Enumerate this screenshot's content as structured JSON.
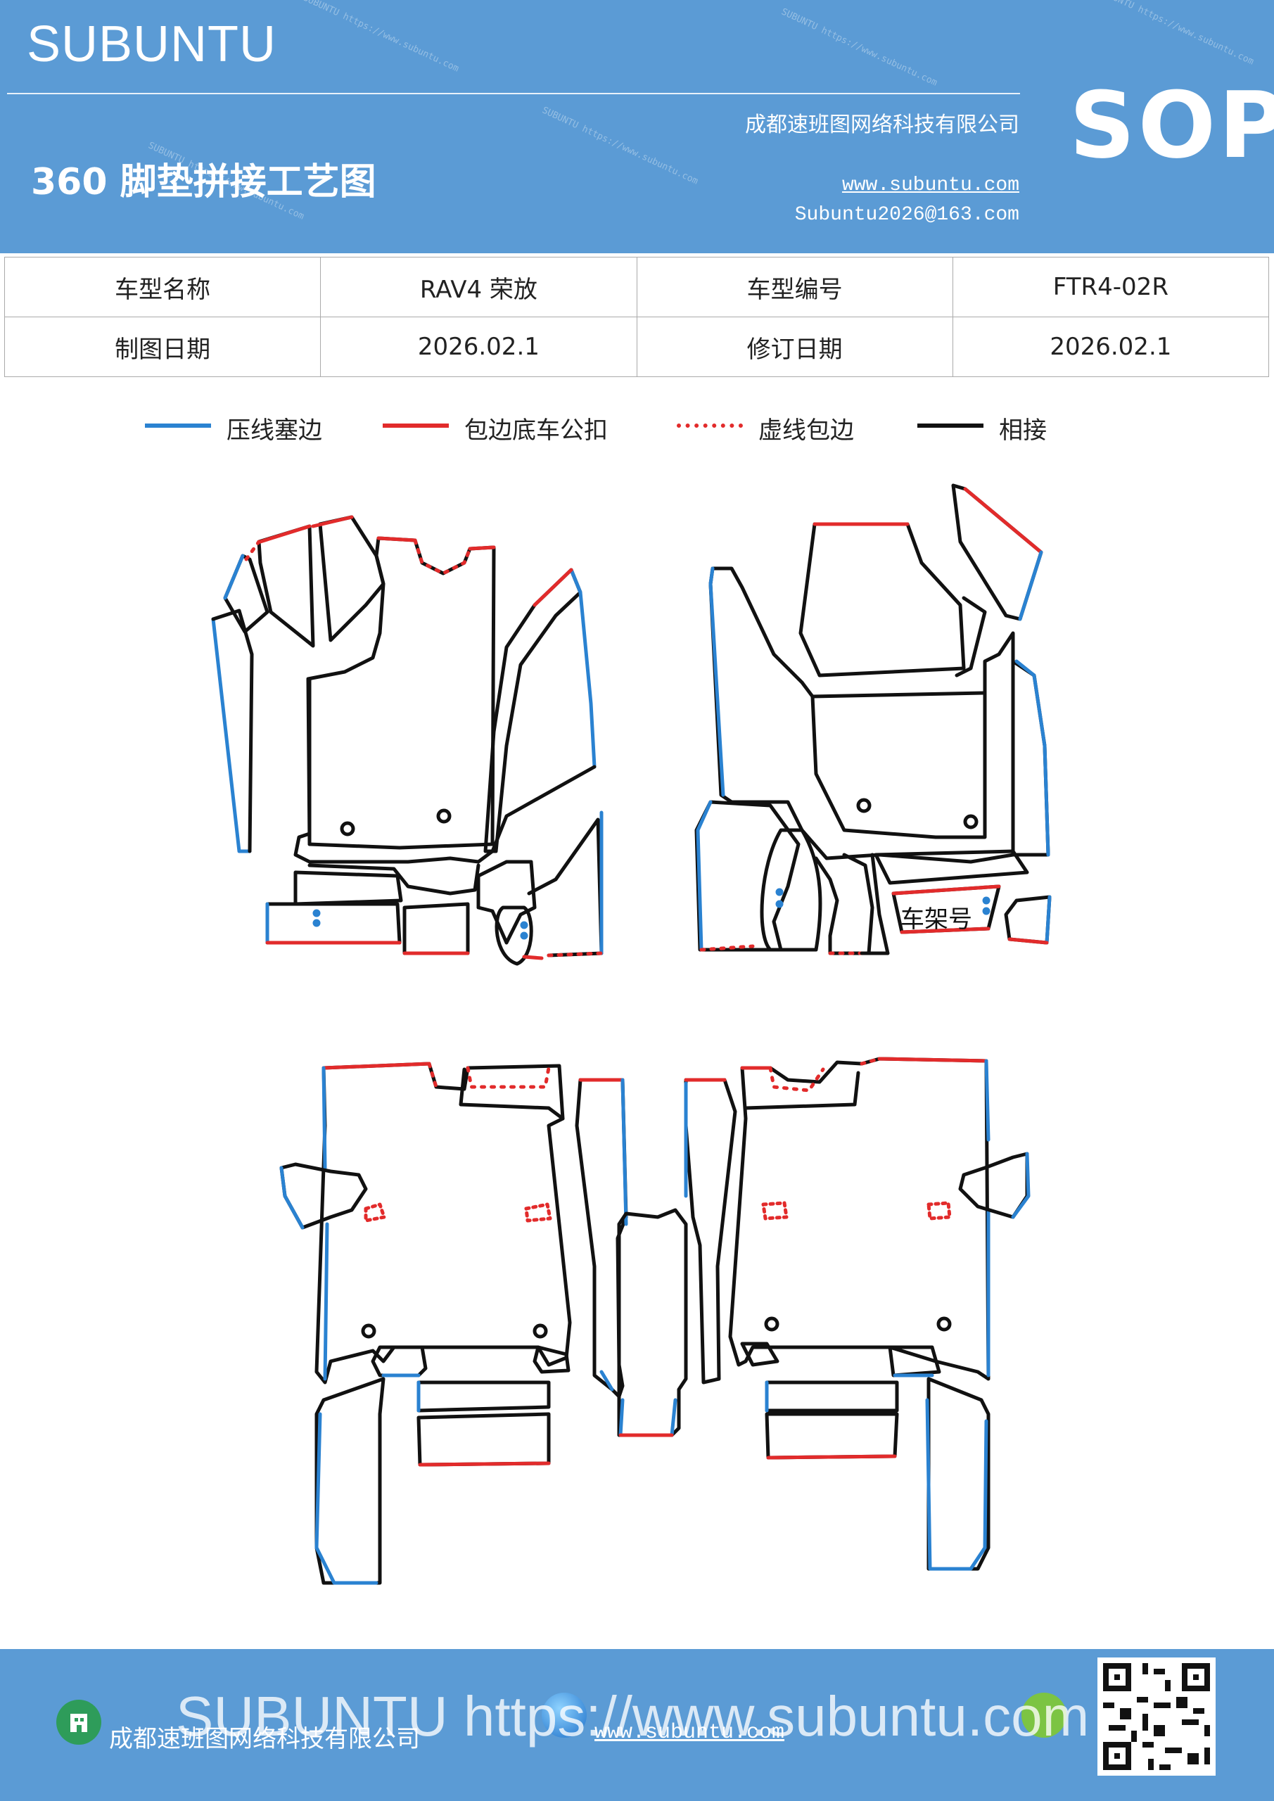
{
  "header": {
    "brand": "SUBUNTU",
    "company": "成都速班图网络科技有限公司",
    "title": "360 脚垫拼接工艺图",
    "website": "www.subuntu.com",
    "email": "Subuntu2026@163.com",
    "badge": "SOP",
    "watermark_text": "SUBUNTU https://www.subuntu.com"
  },
  "info_table": {
    "rows": [
      [
        "车型名称",
        "RAV4 荣放",
        "车型编号",
        "FTR4-02R"
      ],
      [
        "制图日期",
        "2026.02.1",
        "修订日期",
        "2026.02.1"
      ]
    ]
  },
  "legend": [
    {
      "label": "压线塞边",
      "color": "#2a82d1",
      "style": "solid"
    },
    {
      "label": "包边底车公扣",
      "color": "#e22b2b",
      "style": "solid"
    },
    {
      "label": "虚线包边",
      "color": "#e22b2b",
      "style": "dotted"
    },
    {
      "label": "相接",
      "color": "#111111",
      "style": "solid"
    }
  ],
  "diagram": {
    "frame_label": "车架号"
  },
  "footer": {
    "watermark": "SUBUNTU https://www.subuntu.com",
    "company": "成都速班图网络科技有限公司",
    "website": "www.subuntu.com",
    "icons": [
      "building-icon",
      "globe-icon",
      "wechat-icon",
      "qr-code"
    ]
  }
}
